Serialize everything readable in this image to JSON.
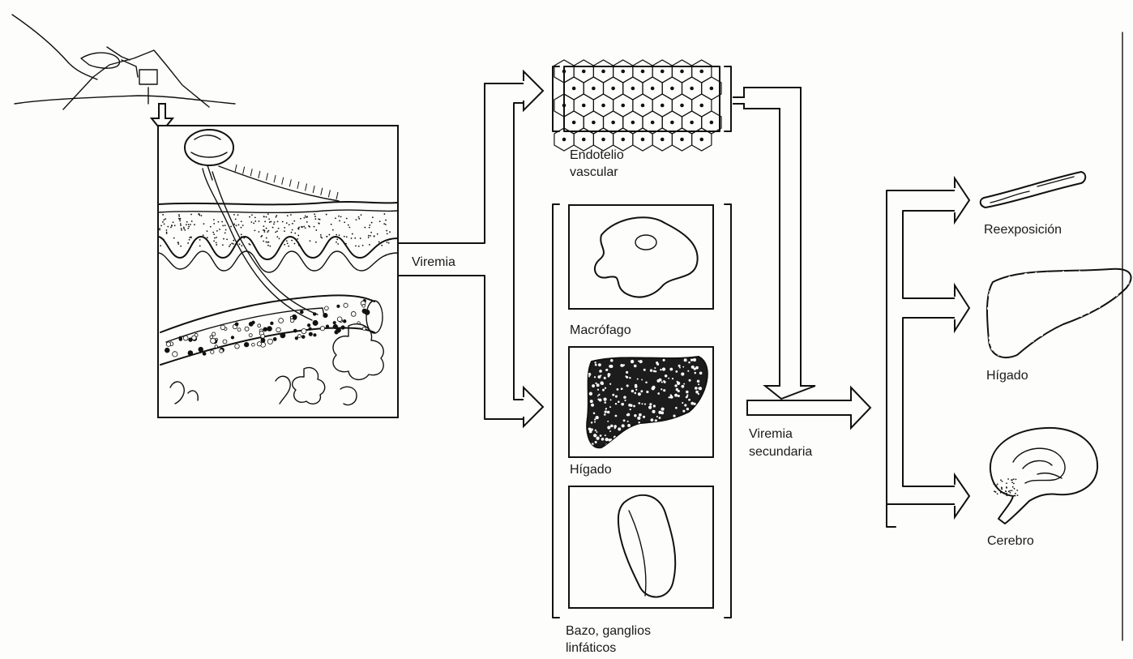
{
  "labels": {
    "viremia": "Viremia",
    "endothelium_line1": "Endotelio",
    "endothelium_line2": "vascular",
    "macrophage": "Macrófago",
    "liver": "Hígado",
    "spleen_line1": "Bazo, ganglios",
    "spleen_line2": "linfáticos",
    "secondary_line1": "Viremia",
    "secondary_line2": "secundaria",
    "reexposure": "Reexposición",
    "liver_target": "Hígado",
    "brain": "Cerebro"
  },
  "colors": {
    "ink": "#111111",
    "paper": "#fdfdfb"
  }
}
